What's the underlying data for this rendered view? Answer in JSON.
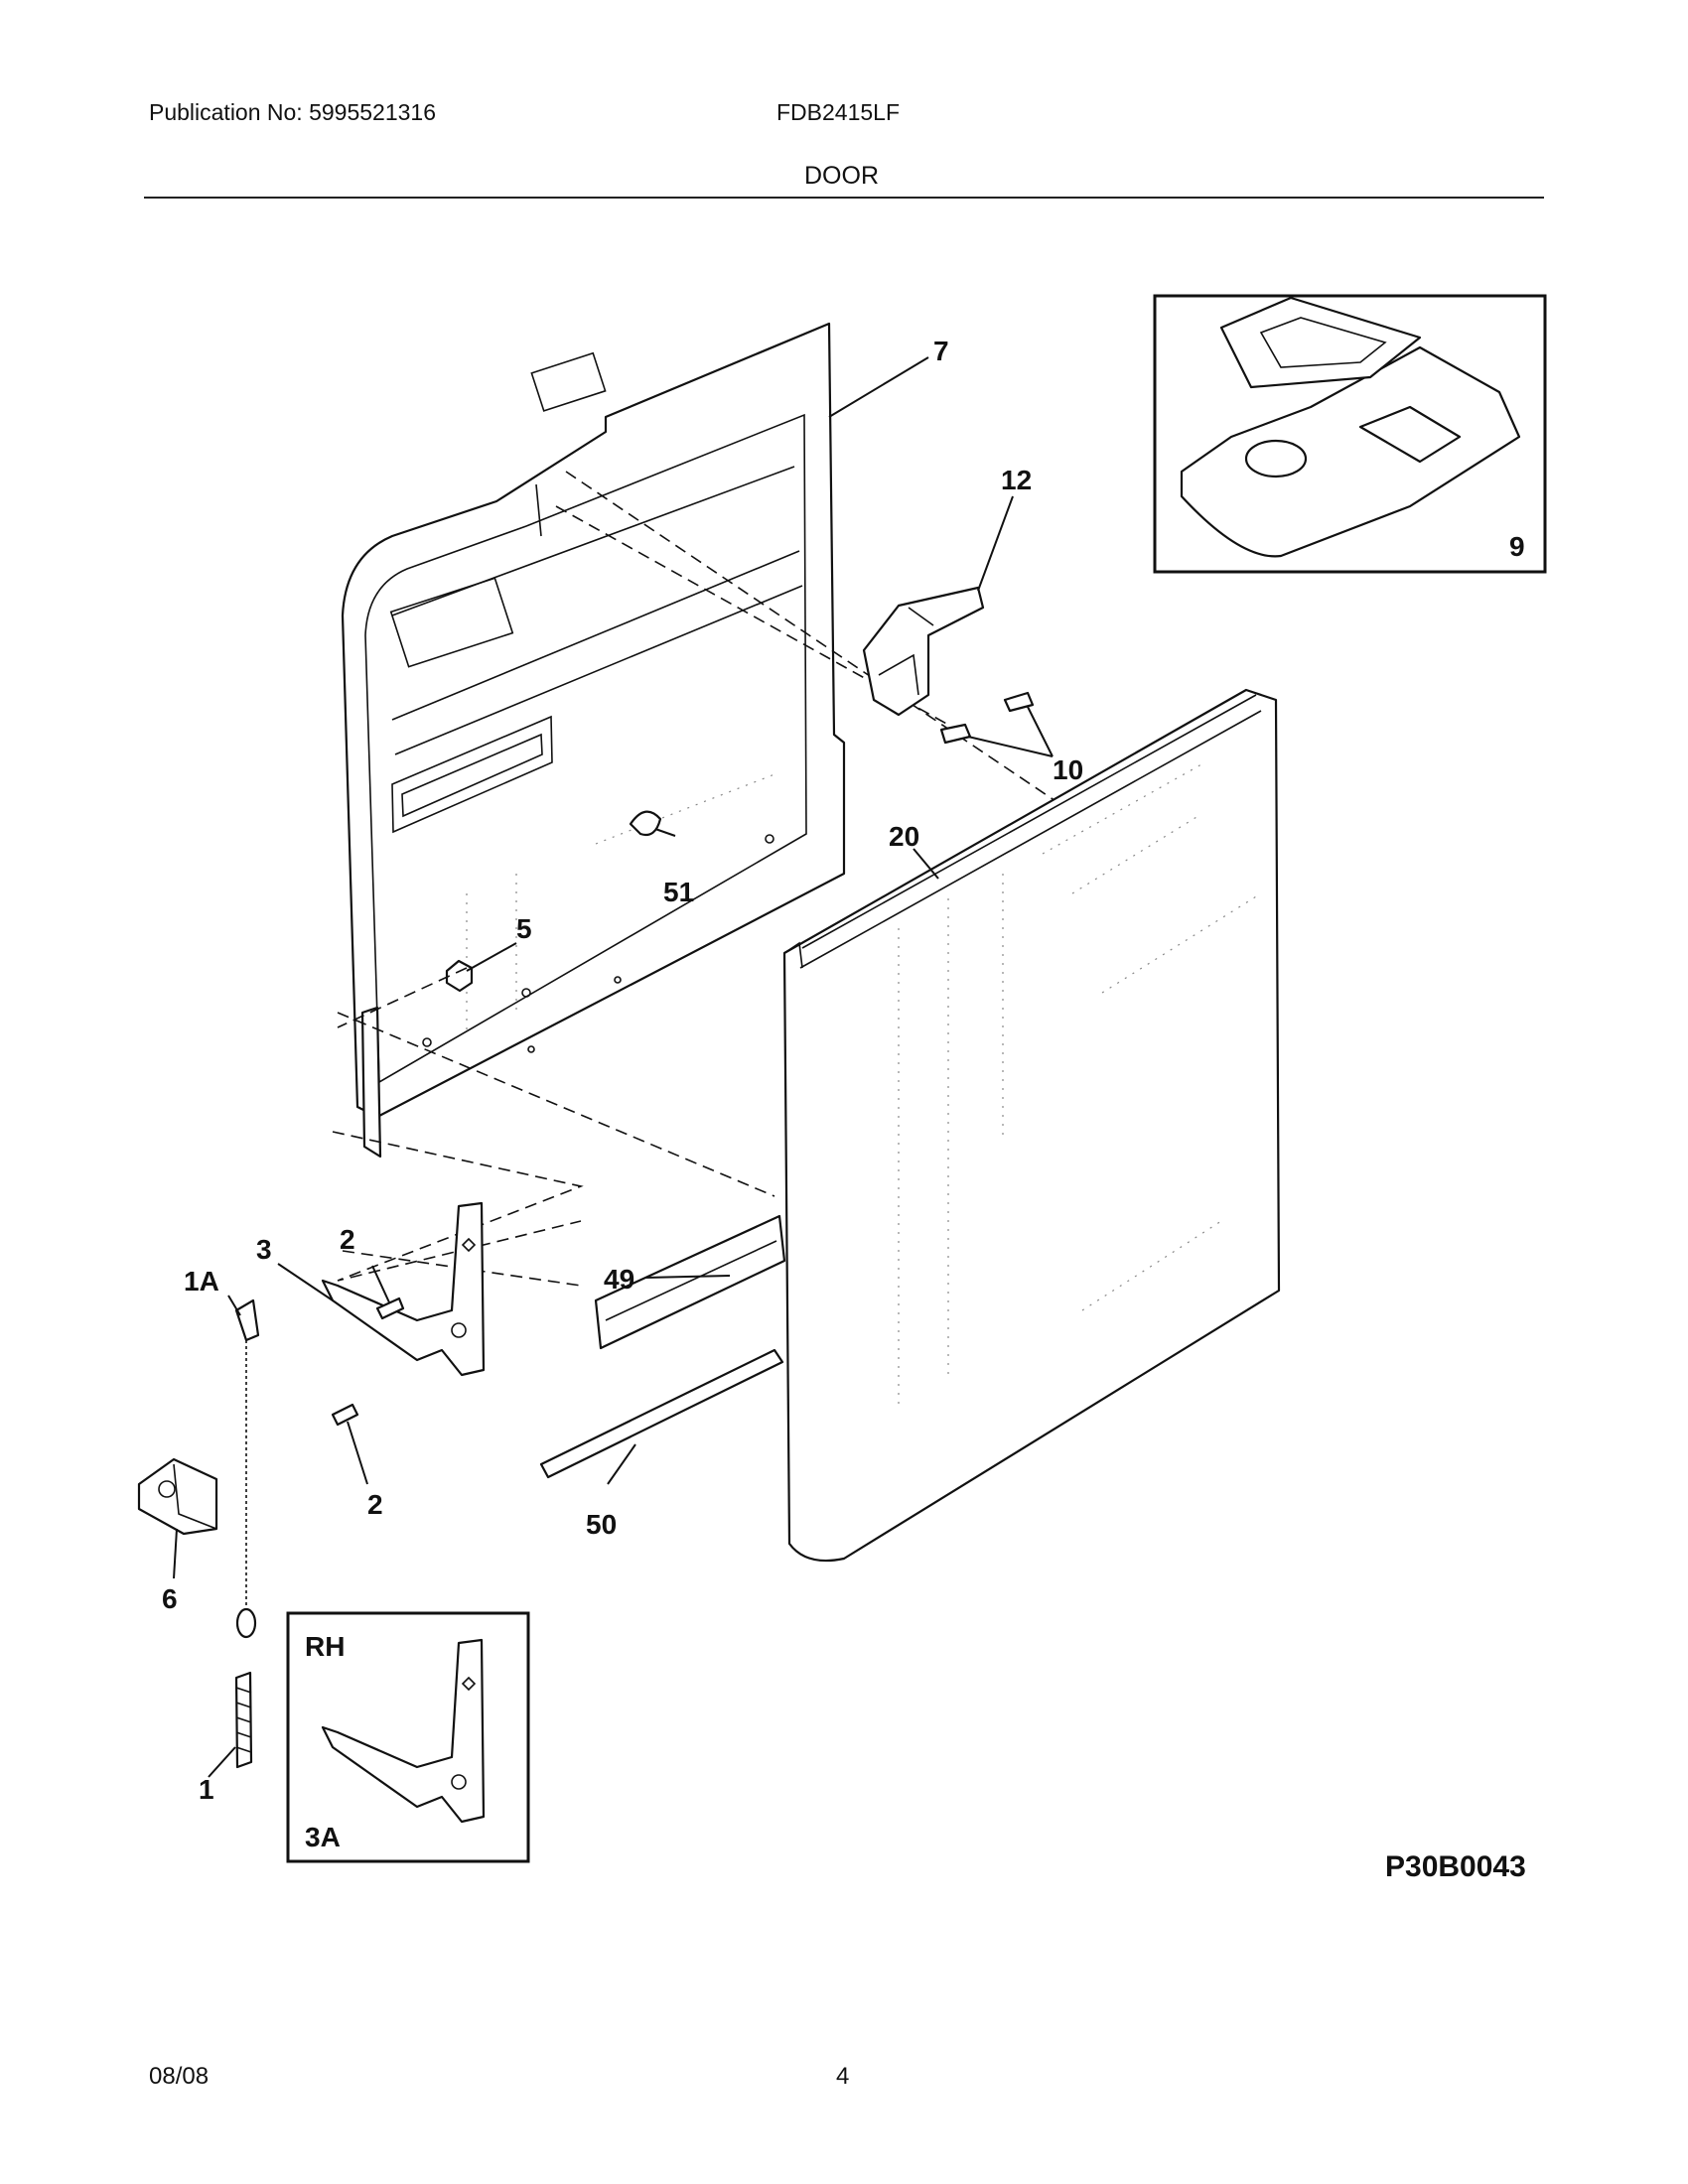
{
  "header": {
    "publication": "Publication No: 5995521316",
    "model": "FDB2415LF",
    "section": "DOOR"
  },
  "callouts": {
    "c7": "7",
    "c12": "12",
    "c9": "9",
    "c10": "10",
    "c20": "20",
    "c51": "51",
    "c5": "5",
    "c1a": "1A",
    "c3": "3",
    "c2_top": "2",
    "c2_bottom": "2",
    "c49": "49",
    "c50": "50",
    "c6": "6",
    "c1": "1"
  },
  "inset_rh": {
    "label": "RH",
    "part": "3A"
  },
  "diagram_code": "P30B0043",
  "footer": {
    "date": "08/08",
    "page": "4"
  }
}
